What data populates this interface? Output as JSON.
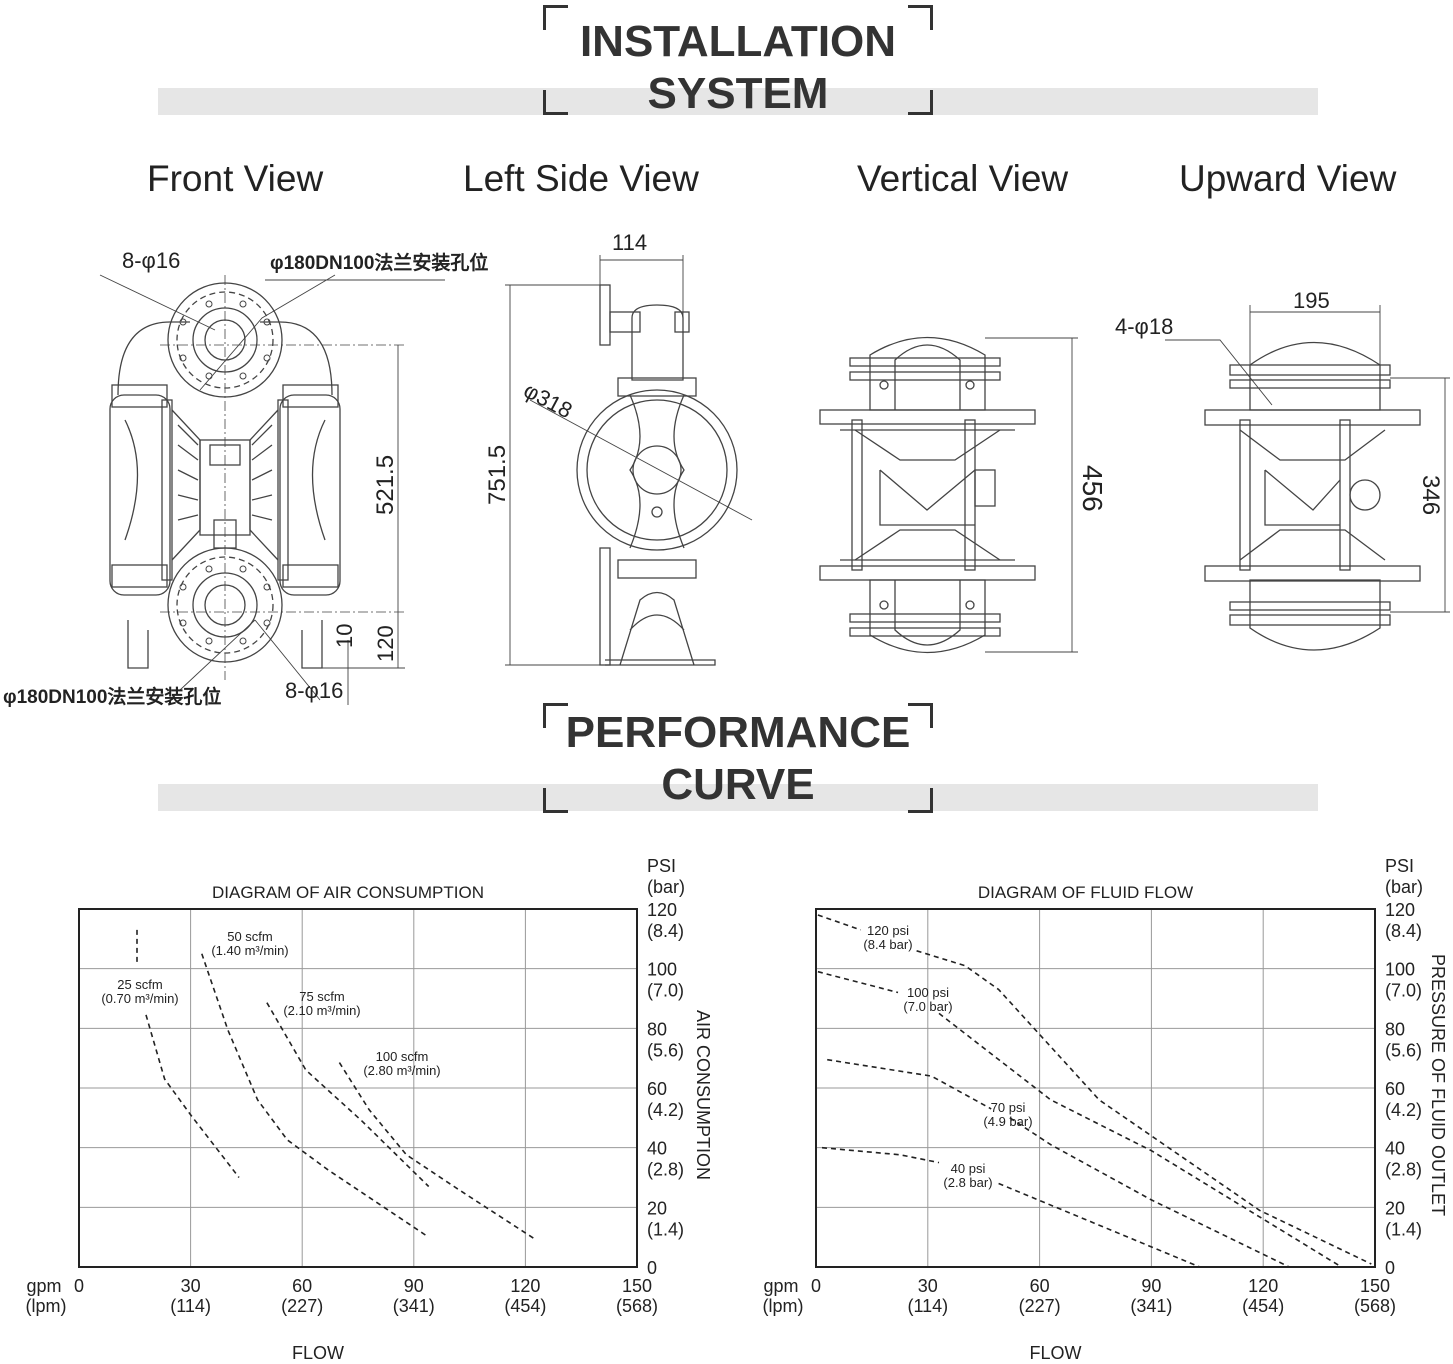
{
  "installation": {
    "title_line1": "INSTALLATION",
    "title_line2": "SYSTEM",
    "views": [
      "Front View",
      "Left Side View",
      "Vertical View",
      "Upward View"
    ],
    "front_view": {
      "holes_top": "8-φ16",
      "flange_top": "φ180DN100法兰安装孔位",
      "flange_bottom": "φ180DN100法兰安装孔位",
      "holes_bottom": "8-φ16",
      "dim_height": "521.5",
      "dim_10": "10",
      "dim_120": "120"
    },
    "left_side_view": {
      "dim_width": "114",
      "dim_diameter": "φ318",
      "dim_height": "751.5"
    },
    "vertical_view": {
      "dim_height": "456"
    },
    "upward_view": {
      "dim_width": "195",
      "holes": "4-φ18",
      "dim_height": "346"
    }
  },
  "performance": {
    "title_line1": "PERFORMANCE",
    "title_line2": "CURVE"
  },
  "chart_data": [
    {
      "type": "line",
      "title": "DIAGRAM OF AIR CONSUMPTION",
      "xlabel": "FLOW",
      "ylabel": "AIR CONSUMPTION",
      "x_unit_label": [
        "gpm",
        "(lpm)"
      ],
      "y_unit_label": [
        "PSI",
        "(bar)"
      ],
      "xlim": [
        0,
        150
      ],
      "ylim": [
        0,
        120
      ],
      "grid": true,
      "x_ticks": [
        {
          "v": 0,
          "a": "0",
          "b": ""
        },
        {
          "v": 30,
          "a": "30",
          "b": "(114)"
        },
        {
          "v": 60,
          "a": "60",
          "b": "(227)"
        },
        {
          "v": 90,
          "a": "90",
          "b": "(341)"
        },
        {
          "v": 120,
          "a": "120",
          "b": "(454)"
        },
        {
          "v": 150,
          "a": "150",
          "b": "(568)"
        }
      ],
      "y_ticks": [
        {
          "v": 0,
          "a": "0",
          "b": ""
        },
        {
          "v": 20,
          "a": "20",
          "b": "(1.4)"
        },
        {
          "v": 40,
          "a": "40",
          "b": "(2.8)"
        },
        {
          "v": 60,
          "a": "60",
          "b": "(4.2)"
        },
        {
          "v": 80,
          "a": "80",
          "b": "(5.6)"
        },
        {
          "v": 100,
          "a": "100",
          "b": "(7.0)"
        },
        {
          "v": 120,
          "a": "120",
          "b": "(8.4)"
        }
      ],
      "series": [
        {
          "name": "25 scfm",
          "sub": "(0.70 m³/min)",
          "segments": [
            [
              [
                15.6,
                113
              ],
              [
                15.6,
                101
              ]
            ],
            [
              [
                18,
                84.5
              ],
              [
                23,
                63
              ],
              [
                30,
                51
              ],
              [
                43,
                30
              ]
            ]
          ]
        },
        {
          "name": "50 scfm",
          "sub": "(1.40 m³/min)",
          "segments": [
            [
              [
                33,
                105
              ],
              [
                40,
                79.5
              ],
              [
                48,
                56
              ],
              [
                56,
                42.6
              ],
              [
                67,
                32.5
              ],
              [
                94,
                10
              ]
            ]
          ]
        },
        {
          "name": "75 scfm",
          "sub": "(2.10 m³/min)",
          "segments": [
            [
              [
                50.5,
                88.6
              ],
              [
                61,
                66
              ],
              [
                76,
                49
              ],
              [
                94,
                27
              ]
            ]
          ]
        },
        {
          "name": "100 scfm",
          "sub": "(2.80 m³/min)",
          "segments": [
            [
              [
                70,
                68.5
              ],
              [
                78,
                52.7
              ],
              [
                88,
                37.6
              ],
              [
                102,
                26
              ],
              [
                123,
                9
              ]
            ]
          ]
        }
      ]
    },
    {
      "type": "line",
      "title": "DIAGRAM OF FLUID FLOW",
      "xlabel": "FLOW",
      "ylabel": "PRESSURE OF FLUID OUTLET",
      "x_unit_label": [
        "gpm",
        "(lpm)"
      ],
      "y_unit_label": [
        "PSI",
        "(bar)"
      ],
      "xlim": [
        0,
        150
      ],
      "ylim": [
        0,
        120
      ],
      "grid": true,
      "x_ticks": [
        {
          "v": 0,
          "a": "0",
          "b": ""
        },
        {
          "v": 30,
          "a": "30",
          "b": "(114)"
        },
        {
          "v": 60,
          "a": "60",
          "b": "(227)"
        },
        {
          "v": 90,
          "a": "90",
          "b": "(341)"
        },
        {
          "v": 120,
          "a": "120",
          "b": "(454)"
        },
        {
          "v": 150,
          "a": "150",
          "b": "(568)"
        }
      ],
      "y_ticks": [
        {
          "v": 0,
          "a": "0",
          "b": ""
        },
        {
          "v": 20,
          "a": "20",
          "b": "(1.4)"
        },
        {
          "v": 40,
          "a": "40",
          "b": "(2.8)"
        },
        {
          "v": 60,
          "a": "60",
          "b": "(4.2)"
        },
        {
          "v": 80,
          "a": "80",
          "b": "(5.6)"
        },
        {
          "v": 100,
          "a": "100",
          "b": "(7.0)"
        },
        {
          "v": 120,
          "a": "120",
          "b": "(8.4)"
        }
      ],
      "series": [
        {
          "name": "120 psi",
          "sub": "(8.4 bar)",
          "segments": [
            [
              [
                0.5,
                118
              ],
              [
                12,
                113
              ]
            ],
            [
              [
                27,
                106
              ],
              [
                40,
                101
              ],
              [
                49,
                93
              ],
              [
                76,
                56
              ],
              [
                119,
                19
              ],
              [
                149,
                1
              ]
            ]
          ]
        },
        {
          "name": "100 psi",
          "sub": "(7.0 bar)",
          "segments": [
            [
              [
                0.5,
                99
              ],
              [
                22,
                92
              ]
            ],
            [
              [
                33,
                85
              ],
              [
                63,
                56
              ],
              [
                90,
                39
              ],
              [
                141,
                0
              ]
            ]
          ]
        },
        {
          "name": "70 psi",
          "sub": "(4.9 bar)",
          "segments": [
            [
              [
                3,
                69.5
              ],
              [
                31,
                64
              ],
              [
                47,
                53
              ]
            ],
            [
              [
                52,
                50
              ],
              [
                63,
                41
              ],
              [
                90,
                22.5
              ],
              [
                127,
                0
              ]
            ]
          ]
        },
        {
          "name": "40 psi",
          "sub": "(2.8 bar)",
          "segments": [
            [
              [
                1.6,
                40
              ],
              [
                22.6,
                37.6
              ],
              [
                33,
                35
              ]
            ],
            [
              [
                49,
                28
              ],
              [
                76,
                14
              ],
              [
                103,
                0
              ]
            ]
          ]
        }
      ]
    }
  ]
}
